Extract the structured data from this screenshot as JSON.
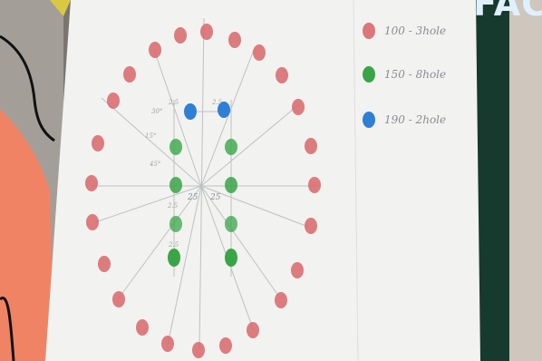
{
  "overlay_text": "FAC",
  "legend": [
    {
      "label": "100 - 3hole",
      "color": "#d9686b"
    },
    {
      "label": "150 - 8hole",
      "color": "#3aa548"
    },
    {
      "label": "190 - 2hole",
      "color": "#2f7fd4"
    }
  ],
  "axis_labels": {
    "left": "25",
    "right": "25"
  },
  "colors": {
    "red_dot": "#d9686b",
    "green_dot": "#3aa548",
    "blue_dot": "#2f7fd4",
    "paper": "#f2f2f0",
    "mat": "#173a2e"
  }
}
